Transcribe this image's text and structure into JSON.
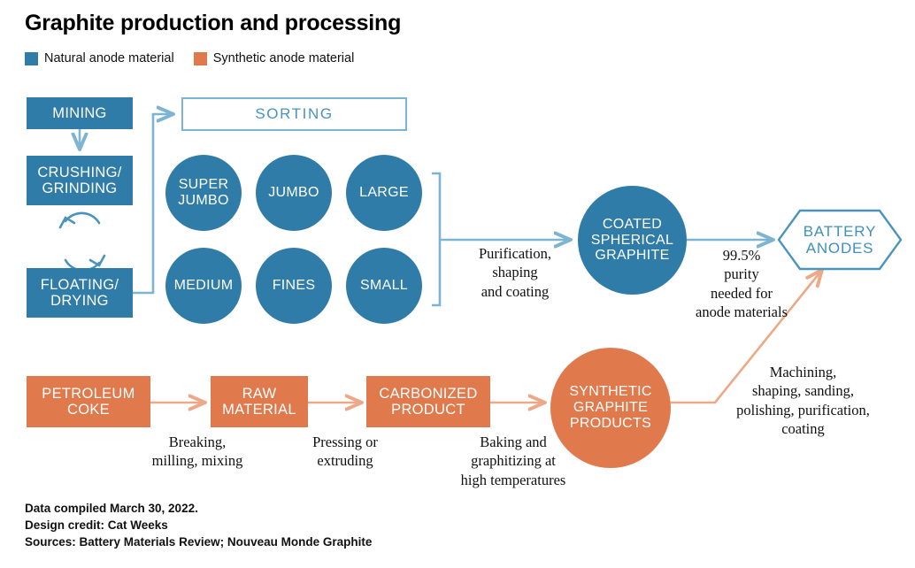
{
  "header": {
    "title": "Graphite production and processing",
    "legend": [
      {
        "label": "Natural anode material",
        "color": "#2f7ca8",
        "icon": "legend-swatch-icon"
      },
      {
        "label": "Synthetic anode material",
        "color": "#e0794c",
        "icon": "legend-swatch-icon"
      }
    ]
  },
  "colors": {
    "natural_blue": "#2f7ca8",
    "synthetic_orange": "#e0794c",
    "connector_blue": "#7db4d1",
    "connector_orange": "#eda987",
    "outline_blue": "#7db4d1",
    "outline_text_blue": "#4a93bd"
  },
  "natural_chain": {
    "stages": [
      {
        "id": "mining",
        "label": "MINING"
      },
      {
        "id": "crushing-grinding",
        "label": "CRUSHING/\nGRINDING"
      },
      {
        "id": "floating-drying",
        "label": "FLOATING/\nDRYING"
      }
    ],
    "recycle_icon": "recycle-loop-icon",
    "sorting": {
      "id": "sorting",
      "label": "SORTING"
    },
    "grades": [
      {
        "id": "super-jumbo",
        "label": "SUPER\nJUMBO"
      },
      {
        "id": "jumbo",
        "label": "JUMBO"
      },
      {
        "id": "large",
        "label": "LARGE"
      },
      {
        "id": "medium",
        "label": "MEDIUM"
      },
      {
        "id": "fines",
        "label": "FINES"
      },
      {
        "id": "small",
        "label": "SMALL"
      }
    ],
    "coated": {
      "id": "coated-spherical-graphite",
      "label": "COATED\nSPHERICAL\nGRAPHITE"
    }
  },
  "synthetic_chain": {
    "stages": [
      {
        "id": "petroleum-coke",
        "label": "PETROLEUM\nCOKE"
      },
      {
        "id": "raw-material",
        "label": "RAW\nMATERIAL"
      },
      {
        "id": "carbonized-product",
        "label": "CARBONIZED\nPRODUCT"
      }
    ],
    "products": {
      "id": "synthetic-graphite-products",
      "label": "SYNTHETIC\nGRAPHITE\nPRODUCTS"
    }
  },
  "output": {
    "id": "battery-anodes",
    "label": "BATTERY\nANODES"
  },
  "annotations": [
    {
      "id": "purification-shaping-coating",
      "text": "Purification,\nshaping\nand coating"
    },
    {
      "id": "purity-requirement",
      "text": "99.5%\npurity\nneeded for\nanode materials"
    },
    {
      "id": "breaking-milling-mixing",
      "text": "Breaking,\nmilling, mixing"
    },
    {
      "id": "pressing-extruding",
      "text": "Pressing or\nextruding"
    },
    {
      "id": "baking-graphitizing",
      "text": "Baking and\ngraphitizing at\nhigh temperatures"
    },
    {
      "id": "machining-finishing",
      "text": "Machining,\nshaping, sanding,\npolishing, purification,\ncoating"
    }
  ],
  "footer": {
    "lines": [
      "Data compiled March 30, 2022.",
      "Design credit: Cat Weeks",
      "Sources: Battery Materials Review; Nouveau Monde Graphite"
    ]
  }
}
